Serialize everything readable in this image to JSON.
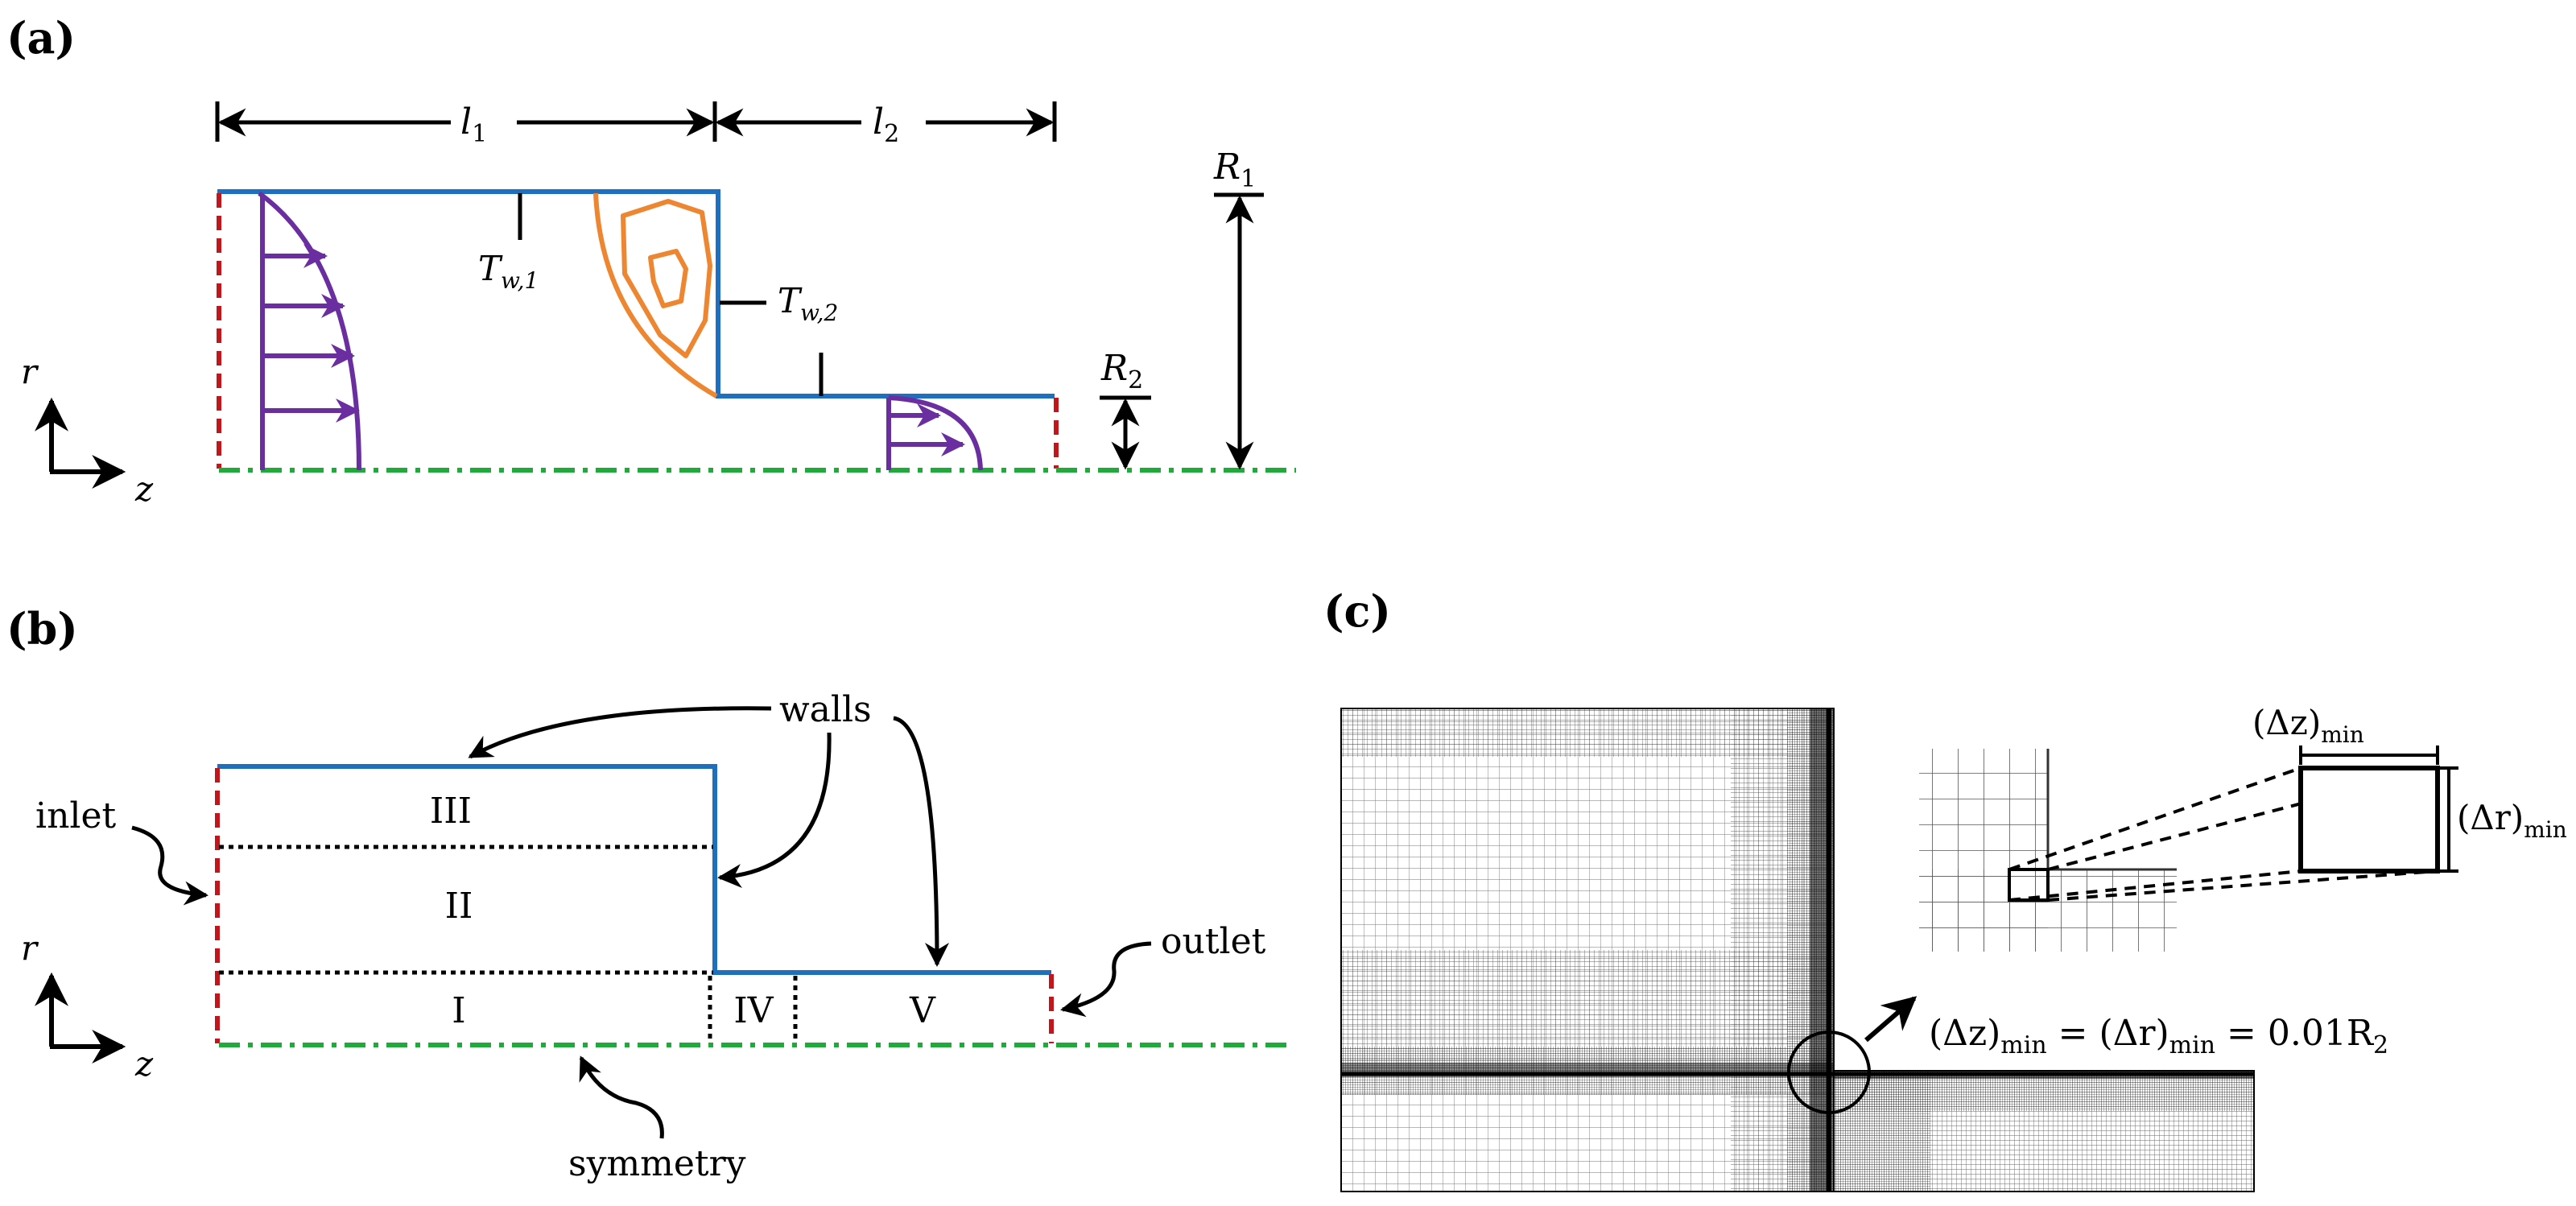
{
  "panels": {
    "a": {
      "label": "(a)",
      "dim_l1": "l",
      "dim_l1_sub": "1",
      "dim_l2": "l",
      "dim_l2_sub": "2",
      "dim_r1": "R",
      "dim_r1_sub": "1",
      "dim_r2": "R",
      "dim_r2_sub": "2",
      "wall_temp_1": "T",
      "wall_temp_1_sub": "w,1",
      "wall_temp_2": "T",
      "wall_temp_2_sub": "w,2",
      "axis_r": "r",
      "axis_z": "z"
    },
    "b": {
      "label": "(b)",
      "walls": "walls",
      "inlet": "inlet",
      "outlet": "outlet",
      "symmetry": "symmetry",
      "region_1": "I",
      "region_2": "II",
      "region_3": "III",
      "region_4": "IV",
      "region_5": "V",
      "axis_r": "r",
      "axis_z": "z"
    },
    "c": {
      "label": "(c)",
      "dz_min": "(Δz)",
      "dz_min_sub": "min",
      "dr_min": "(Δr)",
      "dr_min_sub": "min",
      "eq_dz": "(Δz)",
      "eq_dz_sub": "min",
      "eq_mid": " = (Δr)",
      "eq_dr_sub": "min",
      "eq_rhs": " = 0.01R",
      "eq_rhs_sub": "2"
    }
  },
  "colors": {
    "wall": "#1f6fbf",
    "inlet_outlet": "#c0161c",
    "symmetry": "#1faa3b",
    "velocity_profile": "#6a2ea0",
    "vortex": "#ee8530",
    "black": "#000000"
  }
}
